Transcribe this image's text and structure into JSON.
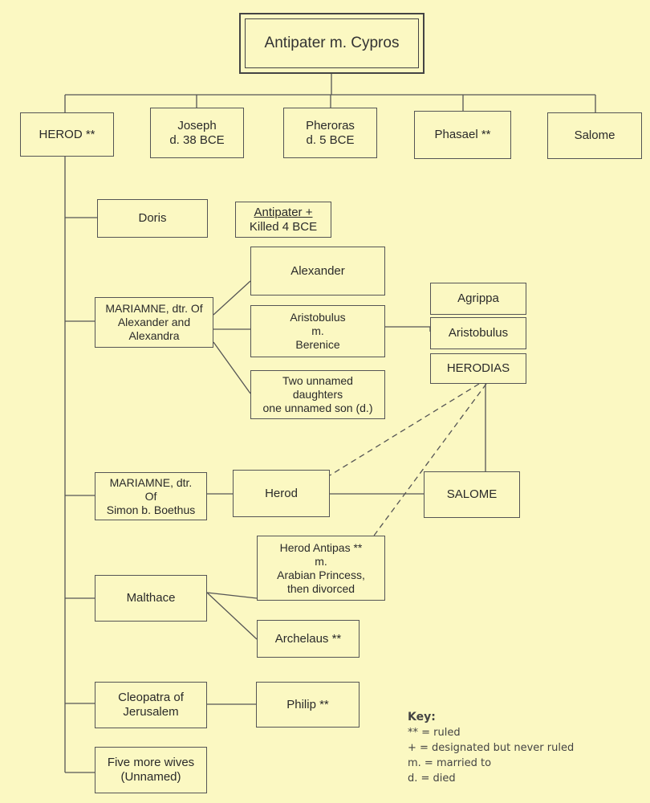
{
  "root": {
    "label": "Antipater m. Cypros"
  },
  "siblings": [
    {
      "lines": [
        "HEROD **"
      ]
    },
    {
      "lines": [
        "Joseph",
        "d. 38 BCE"
      ]
    },
    {
      "lines": [
        "Pheroras",
        "d. 5 BCE"
      ]
    },
    {
      "lines": [
        "Phasael **"
      ]
    },
    {
      "lines": [
        "Salome"
      ]
    }
  ],
  "wives": {
    "doris": {
      "lines": [
        "Doris"
      ]
    },
    "mariamne1": {
      "lines": [
        "MARIAMNE, dtr. Of",
        "Alexander and",
        "Alexandra"
      ]
    },
    "mariamne2": {
      "lines": [
        "MARIAMNE, dtr.",
        "Of",
        "Simon b. Boethus"
      ]
    },
    "malthace": {
      "lines": [
        "Malthace"
      ]
    },
    "cleopatra": {
      "lines": [
        "Cleopatra of",
        "Jerusalem"
      ]
    },
    "five": {
      "lines": [
        "Five more wives",
        "(Unnamed)"
      ]
    }
  },
  "children": {
    "antipater": {
      "lines": [
        "Antipater +",
        "Killed 4 BCE"
      ]
    },
    "alexander": {
      "lines": [
        "Alexander"
      ]
    },
    "aristobulus": {
      "lines": [
        "Aristobulus",
        "m.",
        "Berenice"
      ]
    },
    "daughters": {
      "lines": [
        "Two unnamed",
        "daughters",
        "one unnamed son (d.)"
      ]
    },
    "herod": {
      "lines": [
        "Herod"
      ]
    },
    "antipas": {
      "lines": [
        "Herod Antipas **",
        "m.",
        "Arabian Princess,",
        "then divorced"
      ]
    },
    "archelaus": {
      "lines": [
        "Archelaus **"
      ]
    },
    "philip": {
      "lines": [
        "Philip **"
      ]
    }
  },
  "grandchildren": {
    "agrippa": {
      "lines": [
        "Agrippa"
      ]
    },
    "aristobulus2": {
      "lines": [
        "Aristobulus"
      ]
    },
    "herodias": {
      "lines": [
        "HERODIAS"
      ]
    },
    "salome": {
      "lines": [
        "SALOME"
      ]
    }
  },
  "key": {
    "title": "Key:",
    "items": [
      "** = ruled",
      "+ = designated but never ruled",
      "m. = married to",
      "d. = died"
    ]
  }
}
